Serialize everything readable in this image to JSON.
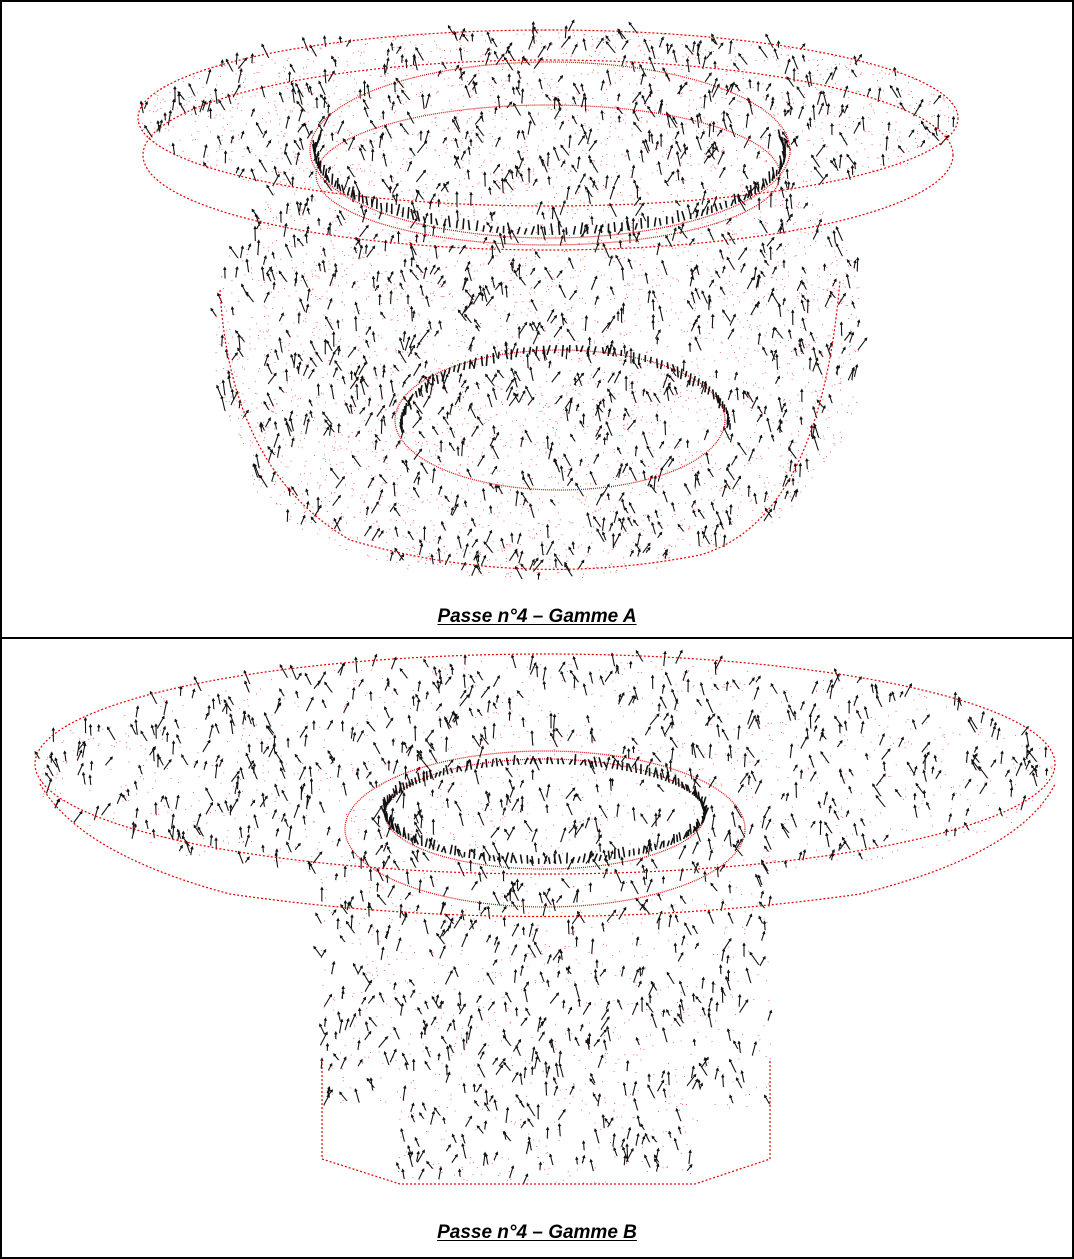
{
  "figures": [
    {
      "id": "A",
      "caption": "Passe n°4 – Gamme A"
    },
    {
      "id": "B",
      "caption": "Passe n°4 – Gamme B"
    }
  ],
  "colors": {
    "outline": "#e00000",
    "arrows": "#111111",
    "border": "#000000",
    "background": "#ffffff"
  }
}
